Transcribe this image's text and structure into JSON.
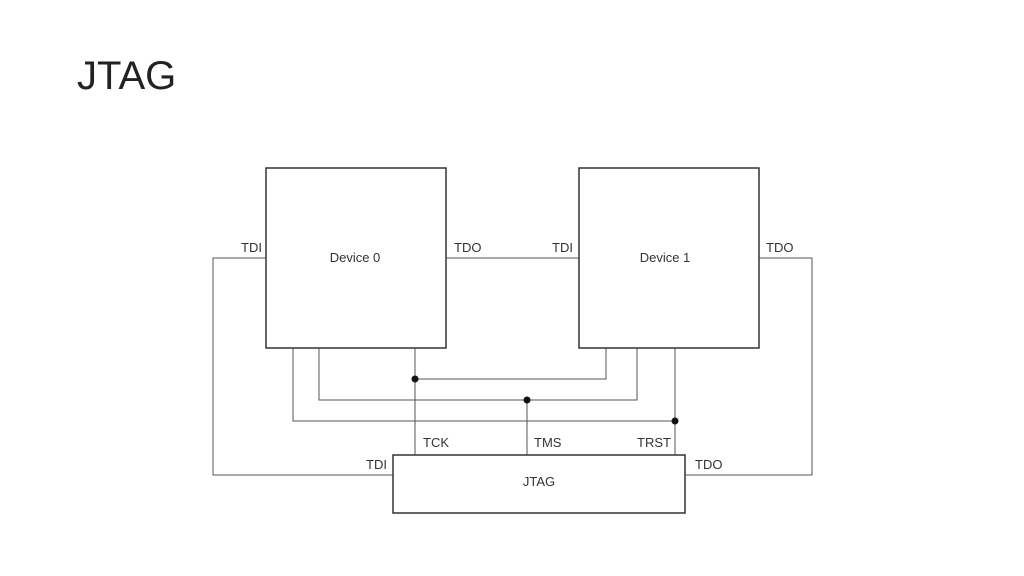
{
  "slide": {
    "title": "JTAG"
  },
  "diagram": {
    "devices": [
      {
        "name": "Device 0",
        "in_pin": "TDI",
        "out_pin": "TDO"
      },
      {
        "name": "Device 1",
        "in_pin": "TDI",
        "out_pin": "TDO"
      }
    ],
    "controller": {
      "name": "JTAG",
      "in_pin": "TDI",
      "out_pin": "TDO",
      "signals": [
        "TCK",
        "TMS",
        "TRST"
      ]
    }
  }
}
